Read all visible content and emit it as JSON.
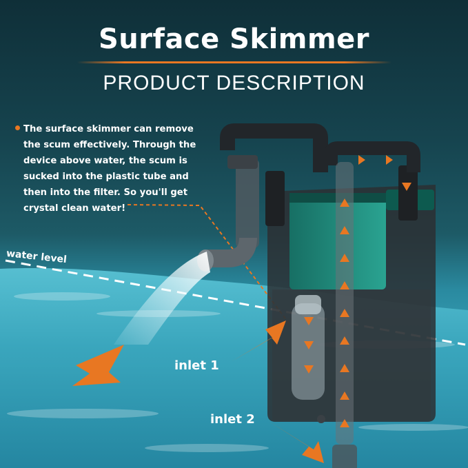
{
  "header": {
    "title": "Surface Skimmer",
    "subtitle": "PRODUCT DESCRIPTION"
  },
  "description": {
    "text": "The surface skimmer can remove the scum effectively. Through the device above water, the scum is sucked into the plastic tube and then into the filter. So you'll get crystal clean water!"
  },
  "labels": {
    "water_level": "water level",
    "inlet_1": "inlet 1",
    "inlet_2": "inlet 2"
  },
  "colors": {
    "accent": "#e87722",
    "background_top": "#0f2f38",
    "water": "#3aa6bd",
    "device": "#2b2f33",
    "media": "#1f8a7a"
  }
}
